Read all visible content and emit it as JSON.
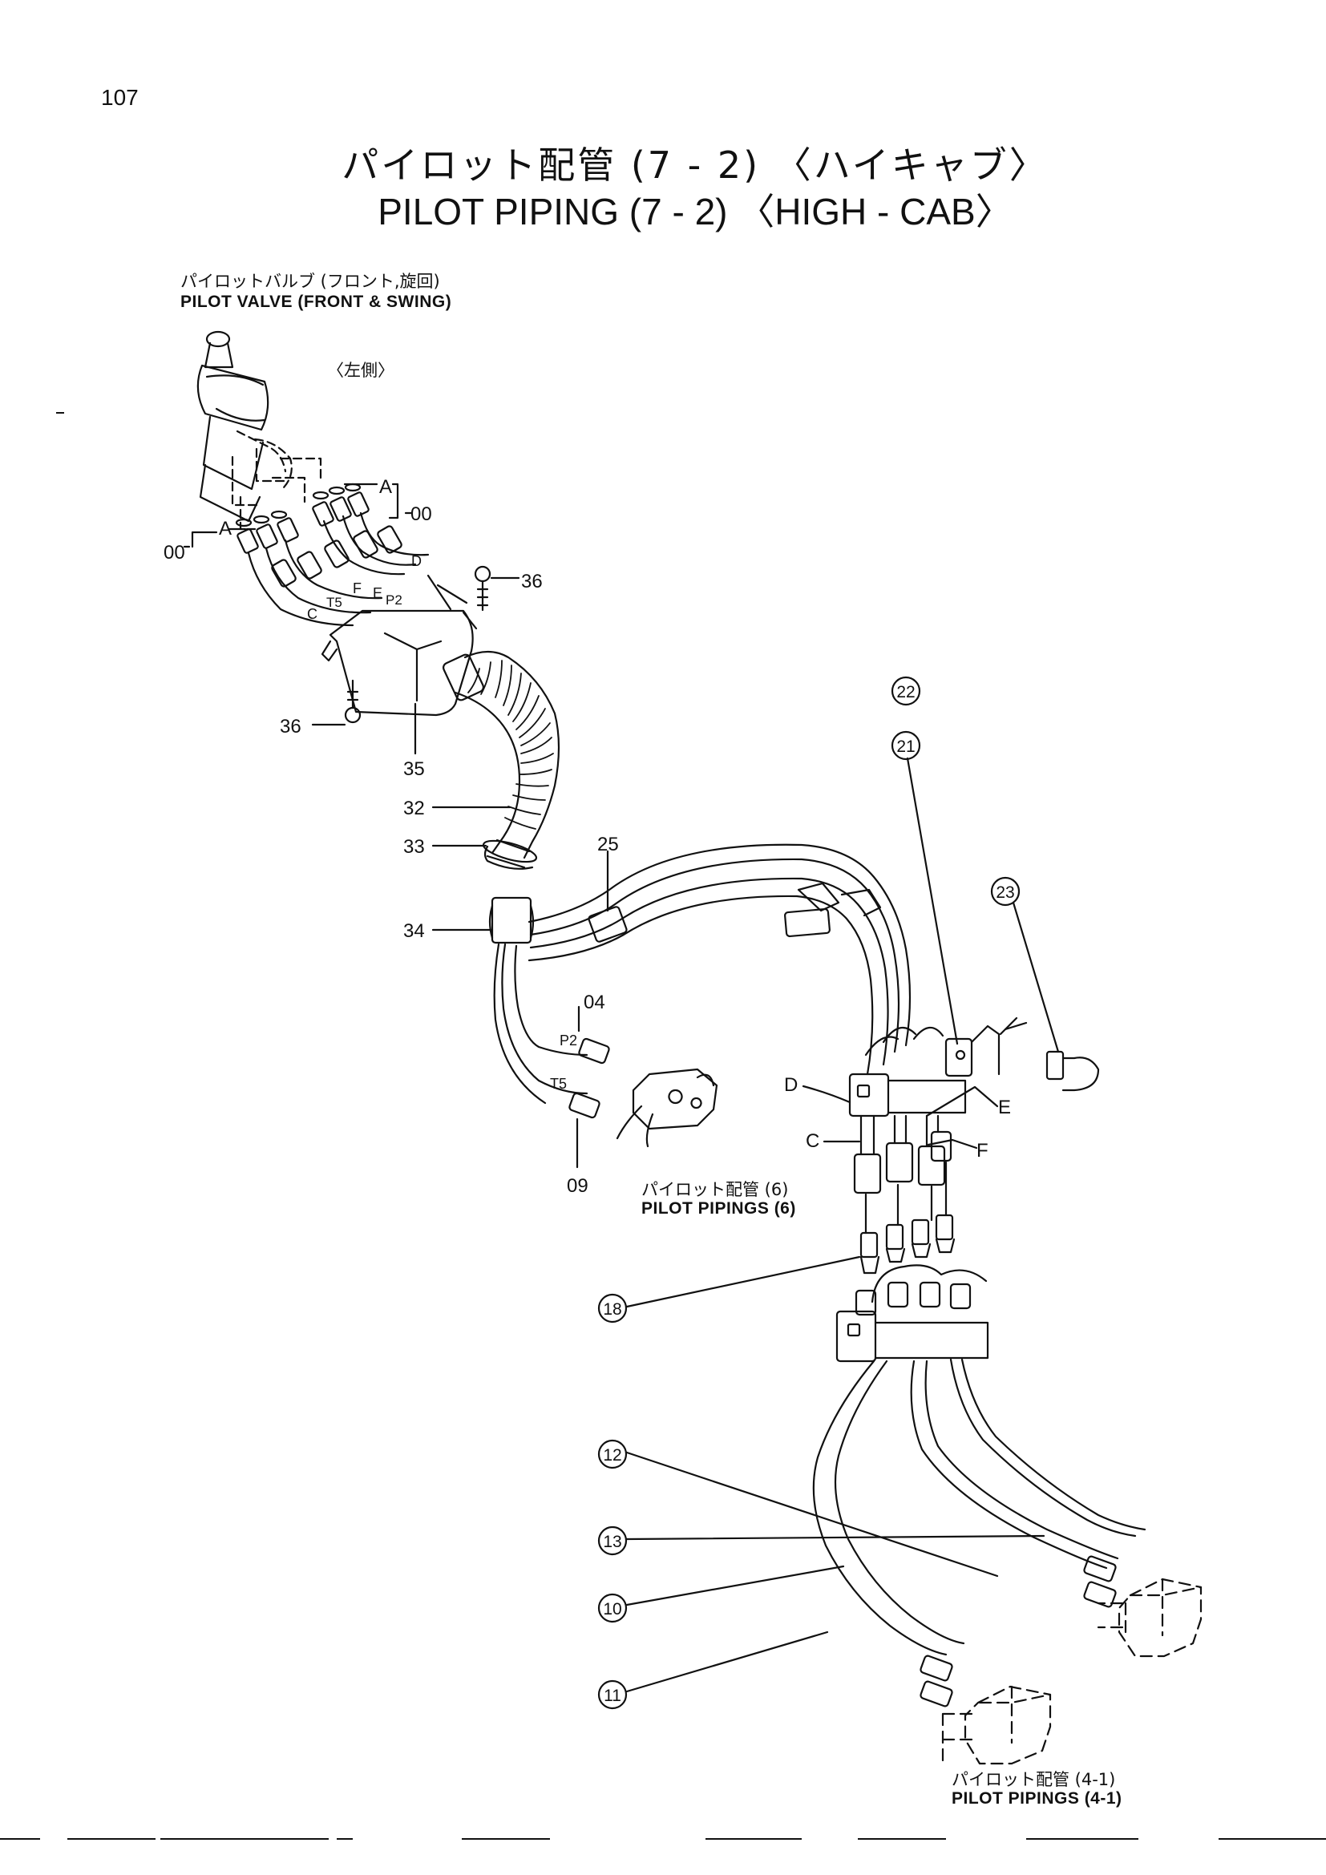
{
  "page": {
    "number": "107",
    "title_jp": "パイロット配管 (7 - 2) 〈ハイキャブ〉",
    "title_en": "PILOT   PIPING (7 - 2) 〈HIGH - CAB〉"
  },
  "section_labels": {
    "pilot_valve_jp": "パイロットバルブ (フロント,旋回)",
    "pilot_valve_en": "PILOT VALVE (FRONT & SWING)",
    "left_side_jp": "〈左側〉",
    "pilot_pipings6_jp": "パイロット配管 (6)",
    "pilot_pipings6_en": "PILOT PIPINGS (6)",
    "pilot_pipings41_jp": "パイロット配管 (4-1)",
    "pilot_pipings41_en": "PILOT PIPINGS (4-1)"
  },
  "callouts": {
    "c00_left": "00",
    "c00_right": "00",
    "cA_left": "A",
    "cA_right": "A",
    "c36_right": "36",
    "c36_left": "36",
    "c35": "35",
    "c32": "32",
    "c33": "33",
    "c34": "34",
    "c25": "25",
    "c04": "04",
    "c09": "09",
    "cP2": "P2",
    "cT5": "T5",
    "cP2_top": "P2",
    "cT5_top": "T5",
    "cC_top": "C",
    "cD_top": "D",
    "cE_top": "E",
    "cF_top": "F",
    "cD": "D",
    "cC": "C",
    "cE": "E",
    "cF": "F"
  },
  "circled": {
    "n22": "22",
    "n21": "21",
    "n23": "23",
    "n18": "18",
    "n12": "12",
    "n13": "13",
    "n10": "10",
    "n11": "11"
  }
}
